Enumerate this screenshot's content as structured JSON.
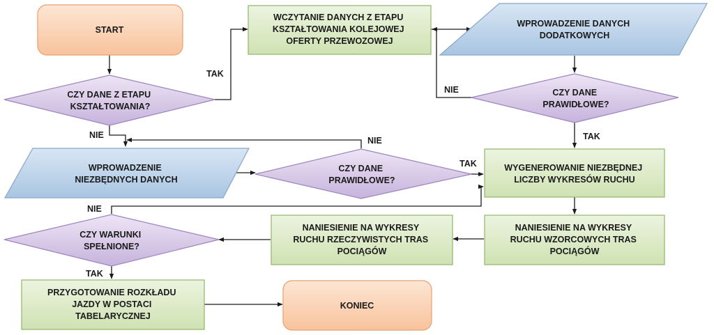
{
  "nodes": {
    "start": {
      "lines": [
        "START"
      ]
    },
    "load_data": {
      "lines": [
        "WCZYTANIE DANYCH Z ETAPU",
        "KSZTAŁTOWANIA KOLEJOWEJ",
        "OFERTY PRZEWOZOWEJ"
      ]
    },
    "extra_input": {
      "lines": [
        "WPROWADZENIE DANYCH",
        "DODATKOWYCH"
      ]
    },
    "q_from_stage": {
      "lines": [
        "CZY DANE Z ETAPU",
        "KSZTAŁTOWANIA?"
      ]
    },
    "q_valid_top": {
      "lines": [
        "CZY DANE",
        "PRAWIDŁOWE?"
      ]
    },
    "required_input": {
      "lines": [
        "WPROWADZENIE",
        "NIEZBĘDNYCH  DANYCH"
      ]
    },
    "q_valid_mid": {
      "lines": [
        "CZY DANE",
        "PRAWIDŁOWE?"
      ]
    },
    "generate": {
      "lines": [
        "WYGENEROWANIE  NIEZBĘDNEJ",
        "LICZBY  WYKRESÓW  RUCHU"
      ]
    },
    "q_conditions": {
      "lines": [
        "CZY WARUNKI",
        "SPEŁNIONE?"
      ]
    },
    "plot_real": {
      "lines": [
        "NANIESIENIE  NA  WYKRESY",
        "RUCHU  RZECZYWISTYCH  TRAS",
        "POCIĄGÓW"
      ]
    },
    "plot_model": {
      "lines": [
        "NANIESIENIE  NA  WYKRESY",
        "RUCHU  WZORCOWYCH  TRAS",
        "POCIĄGÓW"
      ]
    },
    "timetable": {
      "lines": [
        "PRZYGOTOWANIE  ROZKŁADU",
        "JAZDY  W  POSTACI",
        "TABELARYCZNEJ"
      ]
    },
    "end": {
      "lines": [
        "KONIEC"
      ]
    }
  },
  "edge_labels": {
    "from_stage_yes": "TAK",
    "from_stage_no": "NIE",
    "valid_top_no": "NIE",
    "valid_top_yes": "TAK",
    "valid_mid_no": "NIE",
    "valid_mid_yes": "TAK",
    "conditions_no": "NIE",
    "conditions_yes": "TAK"
  },
  "colors": {
    "terminal_fill": "#fbd3b5",
    "terminal_stroke": "#e8a070",
    "process_fill": "#dcebc6",
    "process_stroke": "#93b56a",
    "io_fill": "#bcd3ea",
    "io_stroke": "#86a6c8",
    "decision_fill": "#d9cbe6",
    "decision_stroke": "#9c84be"
  }
}
